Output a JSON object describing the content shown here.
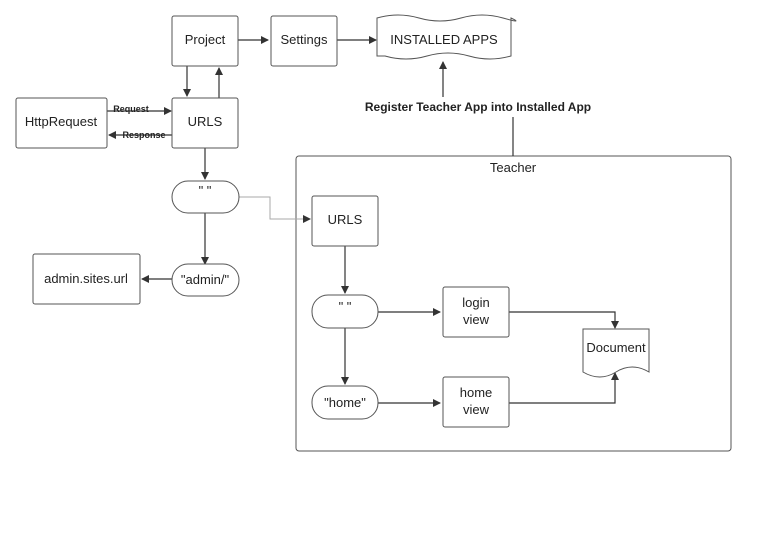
{
  "nodes": {
    "project": "Project",
    "settings": "Settings",
    "installed_apps": "INSTALLED APPS",
    "http_request": "HttpRequest",
    "urls_main": "URLS",
    "empty_route_main": "\" \"",
    "admin_route": "\"admin/\"",
    "admin_sites_url": "admin.sites.url",
    "teacher_container": "Teacher",
    "teacher_urls": "URLS",
    "empty_route_teacher": "\" \"",
    "home_route": "\"home\"",
    "login_view_line1": "login",
    "login_view_line2": "view",
    "home_view_line1": "home",
    "home_view_line2": "view",
    "document": "Document"
  },
  "edge_labels": {
    "request": "Request",
    "response": "Response",
    "register": "Register Teacher App into Installed App"
  }
}
